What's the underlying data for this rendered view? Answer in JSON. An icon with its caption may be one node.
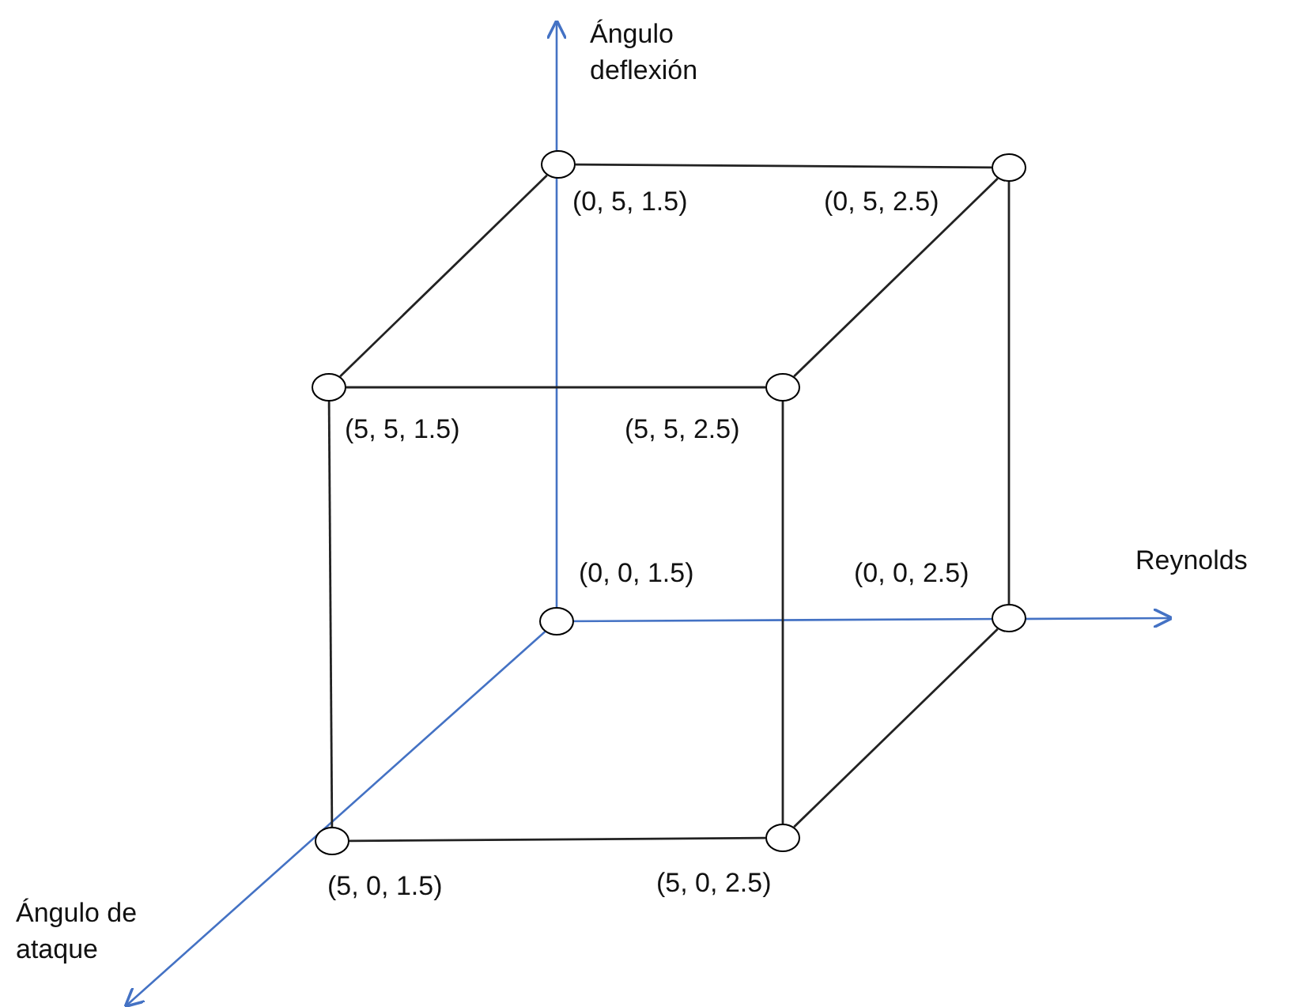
{
  "diagram": {
    "nodes": [
      {
        "text": [],
        "shape": "circle",
        "beside": [
          "(0, 5, 1.5)"
        ]
      },
      {
        "text": [],
        "shape": "circle",
        "beside": [
          "(0, 5, 2.5)"
        ]
      },
      {
        "text": [],
        "shape": "circle",
        "beside": [
          "(5, 5, 1.5)"
        ]
      },
      {
        "text": [],
        "shape": "circle",
        "beside": [
          "(5, 5, 2.5)"
        ]
      },
      {
        "text": [],
        "shape": "circle",
        "beside": [
          "(0, 0, 1.5)"
        ]
      },
      {
        "text": [],
        "shape": "circle",
        "beside": [
          "(0, 0, 2.5)"
        ]
      },
      {
        "text": [],
        "shape": "circle",
        "beside": [
          "(5, 0, 1.5)"
        ]
      },
      {
        "text": [],
        "shape": "circle",
        "beside": [
          "(5, 0, 2.5)"
        ]
      }
    ],
    "edges": [
      {
        "from": 0,
        "to": 1,
        "arrow": "none"
      },
      {
        "from": 0,
        "to": 2,
        "arrow": "none"
      },
      {
        "from": 1,
        "to": 3,
        "arrow": "none"
      },
      {
        "from": 2,
        "to": 3,
        "arrow": "none"
      },
      {
        "from": 1,
        "to": 5,
        "arrow": "none"
      },
      {
        "from": 2,
        "to": 6,
        "arrow": "none"
      },
      {
        "from": 3,
        "to": 7,
        "arrow": "none"
      },
      {
        "from": 6,
        "to": 7,
        "arrow": "none"
      },
      {
        "from": 5,
        "to": 7,
        "arrow": "none"
      }
    ],
    "labels": [
      "Ángulo deflexión",
      "Reynolds",
      "Ángulo de ataque"
    ]
  }
}
